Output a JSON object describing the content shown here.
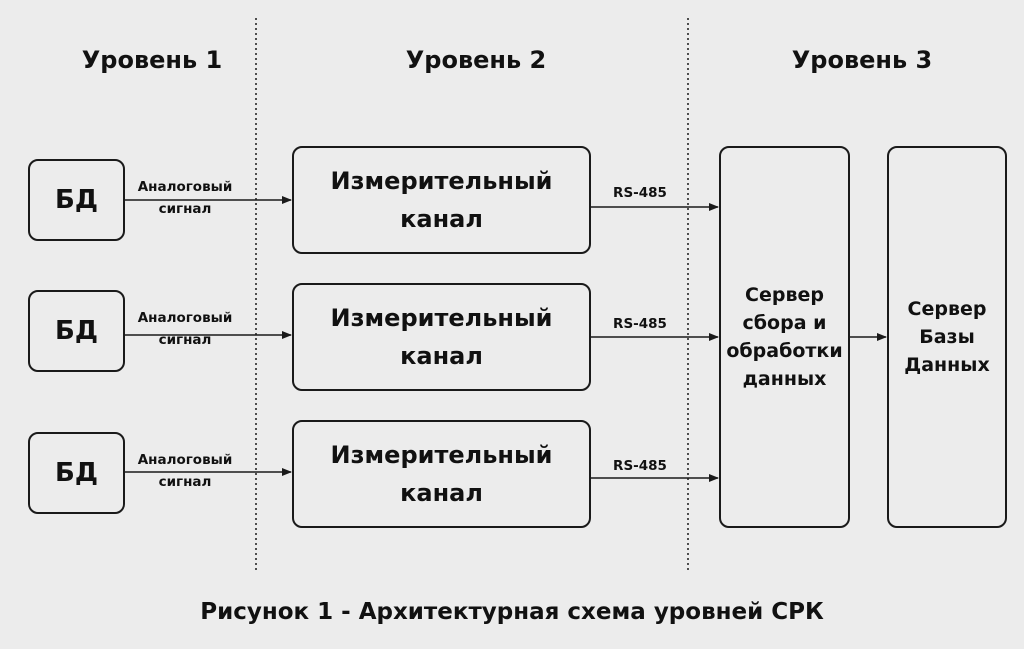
{
  "levels": [
    "Уровень 1",
    "Уровень 2",
    "Уровень 3"
  ],
  "rows": [
    {
      "sensor": "БД",
      "signal_label": "Аналоговый сигнал",
      "channel": "Измерительный канал",
      "link_label": "RS-485"
    },
    {
      "sensor": "БД",
      "signal_label": "Аналоговый сигнал",
      "channel": "Измерительный канал",
      "link_label": "RS-485"
    },
    {
      "sensor": "БД",
      "signal_label": "Аналоговый сигнал",
      "channel": "Измерительный канал",
      "link_label": "RS-485"
    }
  ],
  "servers": {
    "collection": "Сервер сбора и обработки данных",
    "database": "Сервер Базы Данных"
  },
  "caption": "Рисунок 1 - Архитектурная схема уровней СРК",
  "colors": {
    "background": "#ececec",
    "stroke": "#1a1a1a"
  }
}
